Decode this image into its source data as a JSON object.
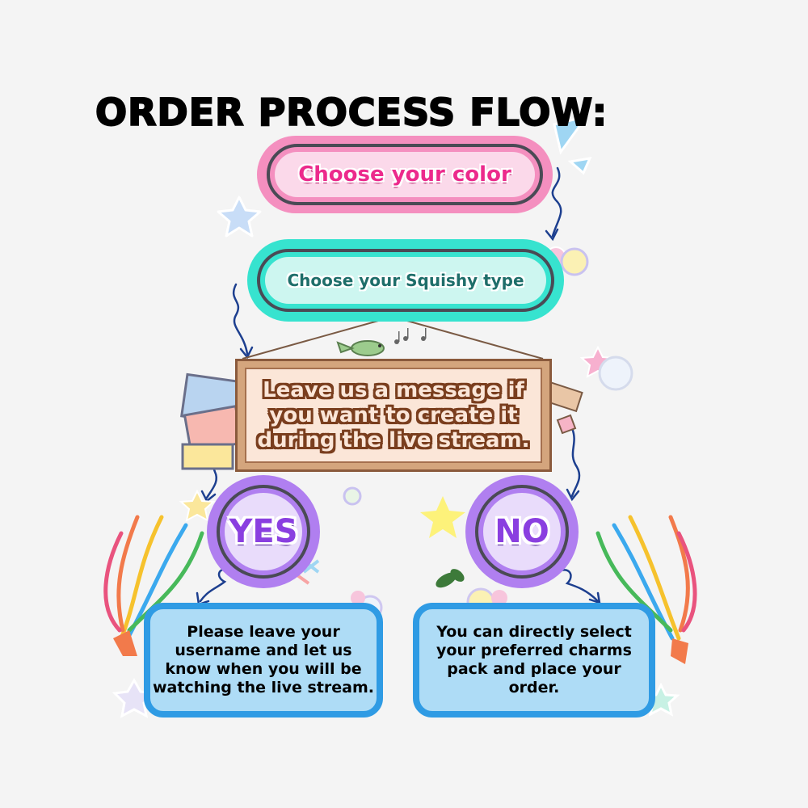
{
  "title": "ORDER PROCESS FLOW:",
  "steps": [
    {
      "label": "Choose your color"
    },
    {
      "label": "Choose your Squishy type"
    },
    {
      "label": "Leave us a message if you want to create it during the live stream."
    }
  ],
  "decisions": {
    "yes": "YES",
    "no": "NO"
  },
  "outcomes": {
    "yes": "Please leave your username and let us know when you will be watching the live stream.",
    "no": "You can directly select your preferred charms pack and place your order."
  },
  "colors": {
    "pink_pill": "#f48fbf",
    "pink_text": "#ec2a8c",
    "teal_pill": "#37e3cf",
    "teal_text": "#1e6e6a",
    "sign_wood": "#d4a57d",
    "sign_text_outline": "#7a3e1e",
    "purple_circle": "#b07ff0",
    "blue_box_border": "#2f9be4",
    "blue_box_fill": "#aedcf6"
  }
}
